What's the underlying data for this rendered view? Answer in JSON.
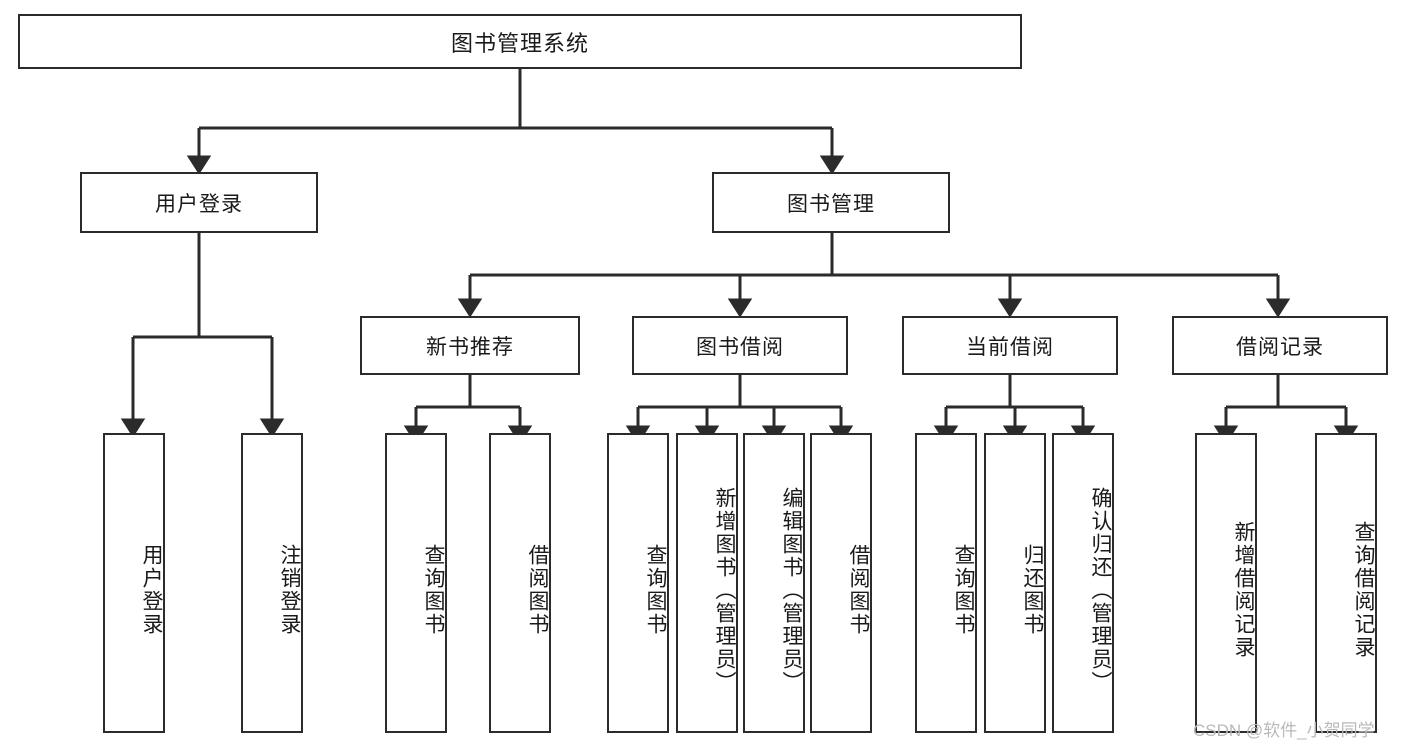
{
  "diagram": {
    "type": "tree",
    "title": "图书管理系统",
    "orientation": "top-down",
    "colors": {
      "box_border": "#2b2b2b",
      "box_fill": "#ffffff",
      "edge": "#2b2b2b",
      "text": "#1a1a1a",
      "watermark": "#b9b9b9",
      "background": "#ffffff"
    }
  },
  "root": {
    "label": "图书管理系统"
  },
  "level1": [
    {
      "label": "用户登录"
    },
    {
      "label": "图书管理"
    }
  ],
  "level2": [
    {
      "label": "新书推荐"
    },
    {
      "label": "图书借阅"
    },
    {
      "label": "当前借阅"
    },
    {
      "label": "借阅记录"
    }
  ],
  "leaves": {
    "user_login": [
      {
        "label": "用户登录"
      },
      {
        "label": "注销登录"
      }
    ],
    "new_book_recommend": [
      {
        "label": "查询图书"
      },
      {
        "label": "借阅图书"
      }
    ],
    "book_borrow": [
      {
        "label": "查询图书"
      },
      {
        "label": "新增图书（管理员）"
      },
      {
        "label": "编辑图书（管理员）"
      },
      {
        "label": "借阅图书"
      }
    ],
    "current_borrow": [
      {
        "label": "查询图书"
      },
      {
        "label": "归还图书"
      },
      {
        "label": "确认归还（管理员）"
      }
    ],
    "borrow_record": [
      {
        "label": "新增借阅记录"
      },
      {
        "label": "查询借阅记录"
      }
    ]
  },
  "watermark": {
    "text": "CSDN @软件_小贺同学"
  }
}
